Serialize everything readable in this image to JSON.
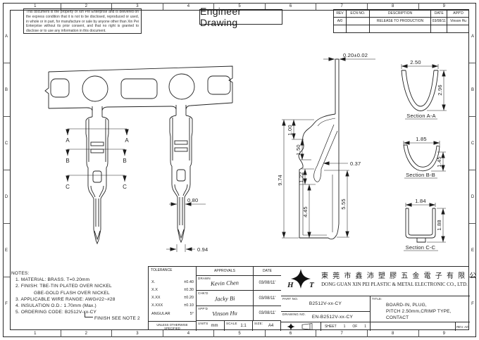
{
  "frame": {
    "columns": [
      "1",
      "2",
      "3",
      "4",
      "5",
      "6",
      "7",
      "8",
      "9"
    ],
    "rows": [
      "A",
      "B",
      "C",
      "D",
      "E",
      "F"
    ]
  },
  "header": {
    "disclaimer": "This document is the property of Xin Pei Enterprise and is delivered on the express condition that it is not to be disclosed, reproduced or used, in whole or in part, for manufacture or sale by anyone other than Xin Pei Enterprise without its prior consent, and that no right is granted to disclose or to use any information in this document.",
    "title": "Engineer Drawing"
  },
  "revision_table": {
    "headers": [
      "REV",
      "ECN NO.",
      "DESCRIPTION",
      "DATE",
      "APP'D"
    ],
    "row": {
      "rev": "A/0",
      "ecn": "",
      "description": "RELEASE TO PRODUCTION",
      "date": "03/08/11",
      "approved": "Vinson Hu"
    }
  },
  "dims": {
    "thickness": "0.20±0.02",
    "overall": "9.74",
    "seg1": "1.00",
    "seg2": "1.50",
    "seg3": "1.22",
    "seg4": "4.45",
    "lower": "5.55",
    "lance": "0.37",
    "pin_width": "0.80",
    "tip_width": "0.94"
  },
  "sections": {
    "a": {
      "marker": "A",
      "label": "Section A-A",
      "width": "2.50",
      "height": "2.96"
    },
    "b": {
      "marker": "B",
      "label": "Section B-B",
      "width": "1.85",
      "height": "1.45"
    },
    "c": {
      "marker": "C",
      "label": "Section C-C",
      "width": "1.84",
      "height": "1.88"
    }
  },
  "notes": {
    "title": "NOTES:",
    "items": [
      "1. MATERIAL: BRASS. T=0.20mm",
      "2. FINISH: TBE-TIN PLATED OVER NICKEL",
      "GBE-GOLD FLASH OVER NICKEL",
      "3. APPLICABLE WIRE RANGE: AWG#22~#28",
      "4. INSULATION O.D.: 1.70mm (Max.)",
      "5. ORDERING CODE: B2512V-xx-CY",
      "FINISH SEE NOTE 2"
    ]
  },
  "tolerance": {
    "title": "TOLERANCE",
    "rows": [
      {
        "label": "X.",
        "value": "±0.40"
      },
      {
        "label": "X.X",
        "value": "±0.30"
      },
      {
        "label": "X.XX",
        "value": "±0.20"
      },
      {
        "label": "X.XXX",
        "value": "±0.10"
      },
      {
        "label": "ANGULAR",
        "value": "5°"
      }
    ],
    "footer": "UNLESS OTHERWISE SPECIFIED"
  },
  "approvals": {
    "header": "APPROVALS",
    "date_header": "DATE",
    "rows": [
      {
        "role": "DRAWN",
        "name": "Kevin Chen",
        "date": "03/08/11'"
      },
      {
        "role": "CHK'D",
        "name": "Jacky Bi",
        "date": "03/08/11'"
      },
      {
        "role": "APP'D",
        "name": "Vinson Hu",
        "date": "03/08/11'"
      }
    ]
  },
  "footer_cells": {
    "units_label": "UNITS",
    "units_value": "mm",
    "scale_label": "SCALE",
    "scale_value": "1:1",
    "size_label": "SIZE:",
    "size_value": "A4"
  },
  "company": {
    "logo_h": "H",
    "logo_t": "T",
    "name_cn": "東 莞 市 鑫 沛 塑 膠 五 金 電 子 有 限 公 司",
    "name_en": "DONG GUAN XIN PEI PLASTIC & METAL ELECTRONIC CO., LTD."
  },
  "title_block": {
    "part_no_label": "PART NO.",
    "part_no": "B2512V-xx-CY",
    "drawing_no_label": "DRAWING NO.",
    "drawing_no": "EN-B2512V-xx-CY",
    "title_label": "TITLE:",
    "title_line1": "BOARD-IN, PLUG,",
    "title_line2": "PITCH 2.50mm,CRIMP TYPE,",
    "title_line3": "CONTACT",
    "sheet_label": "SHEET",
    "sheet_num": "1",
    "sheet_of": "OF",
    "sheet_total": "1",
    "rev": "REV. A/0"
  }
}
